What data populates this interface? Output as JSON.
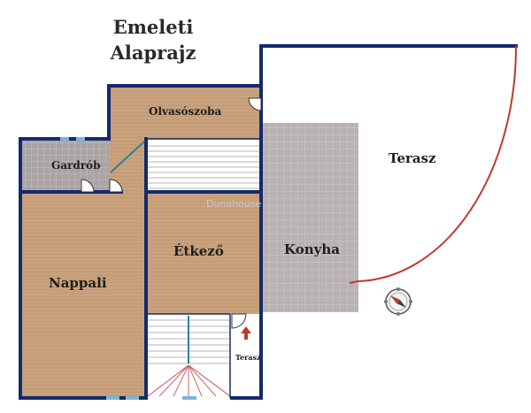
{
  "title": {
    "line1": "Emeleti",
    "line2": "Alaprajz"
  },
  "rooms": {
    "olvasoszoba": "Olvasószoba",
    "gardrob": "Gardrób",
    "terasz": "Terasz",
    "etkezo": "Étkező",
    "konyha": "Konyha",
    "nappali": "Nappali",
    "terasz_small": "Terasz"
  },
  "watermark": "Dunahouse",
  "colors": {
    "wood": "#c9a27d",
    "wood_grain": "#b88f68",
    "tile": "#b8b2b2",
    "tile_line": "#d2cdcd",
    "wall": "#142a6e",
    "terrace_arc": "#c0392b",
    "stairs": "#ffffff",
    "compass_arrow": "#c0392b"
  },
  "icons": [
    "compass-icon",
    "entrance-arrow-icon",
    "door-swing-icon"
  ]
}
